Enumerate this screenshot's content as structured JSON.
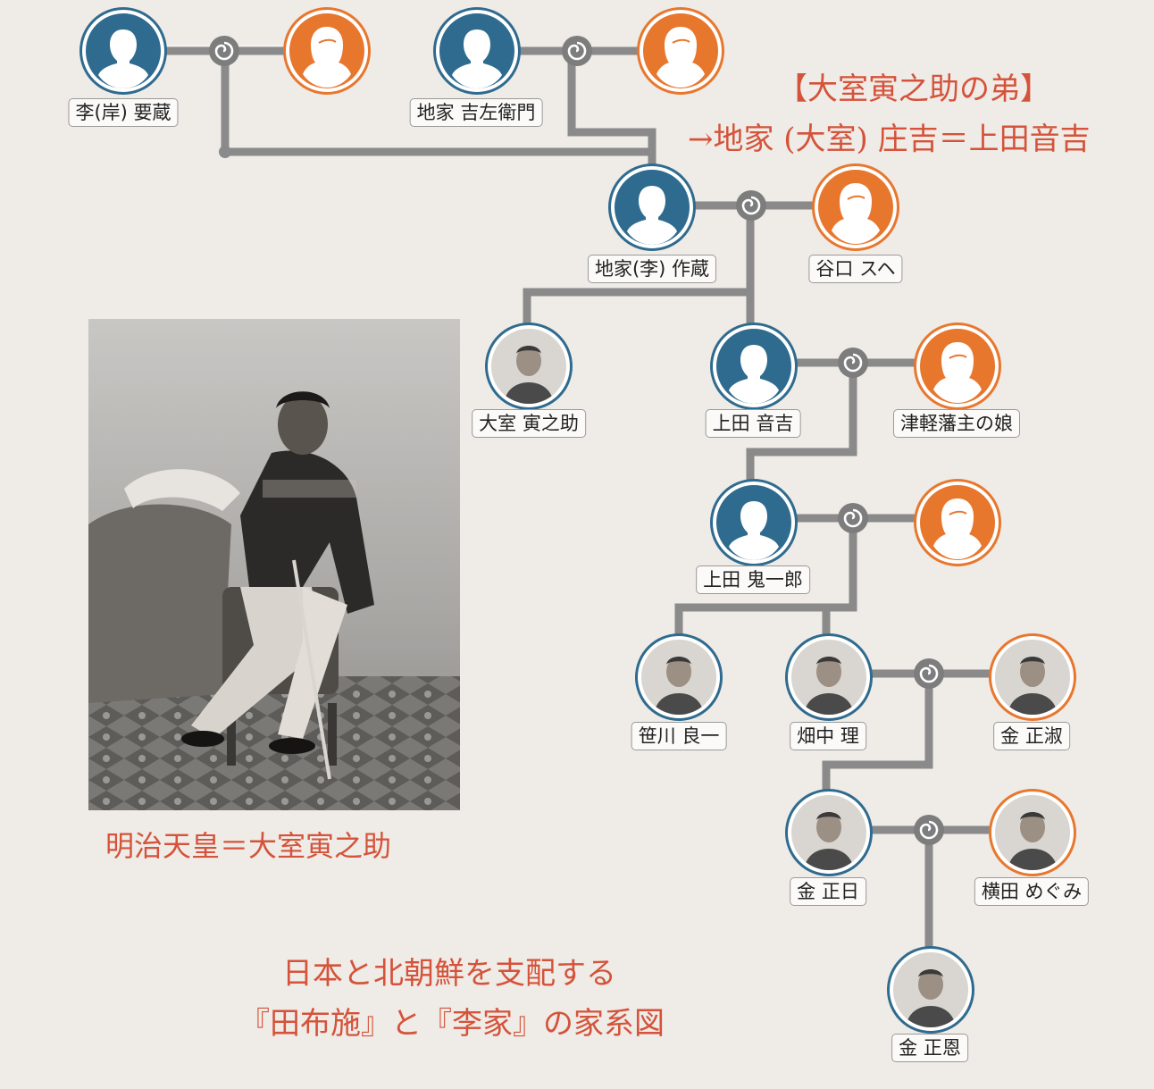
{
  "colors": {
    "male": "#2f6b8e",
    "female": "#e8772e",
    "line": "#8a8a8a",
    "accent": "#d4533a"
  },
  "people": {
    "li_kishi_yozo": "李(岸) 要蔵",
    "jige_kichizaemon": "地家 吉左衛門",
    "jige_sakuzo": "地家(李) 作蔵",
    "taniguchi_sue": "谷口 スヘ",
    "omuro_toranosuke": "大室 寅之助",
    "ueda_otokichi": "上田 音吉",
    "tsugaru_daughter": "津軽藩主の娘",
    "ueda_kiichiro": "上田 鬼一郎",
    "sasakawa_ryoichi": "笹川 良一",
    "hatanaka_osamu": "畑中 理",
    "kim_jongsuk": "金 正淑",
    "kim_jongil": "金 正日",
    "yokota_megumi": "横田 めぐみ",
    "kim_jongun": "金 正恩"
  },
  "notes": {
    "brother_line1": "【大室寅之助の弟】",
    "brother_line2": "→地家 (大室) 庄吉＝上田音吉",
    "photo_caption": "明治天皇＝大室寅之助",
    "title_line1": "日本と北朝鮮を支配する",
    "title_line2": "『田布施』と『李家』の家系図"
  }
}
